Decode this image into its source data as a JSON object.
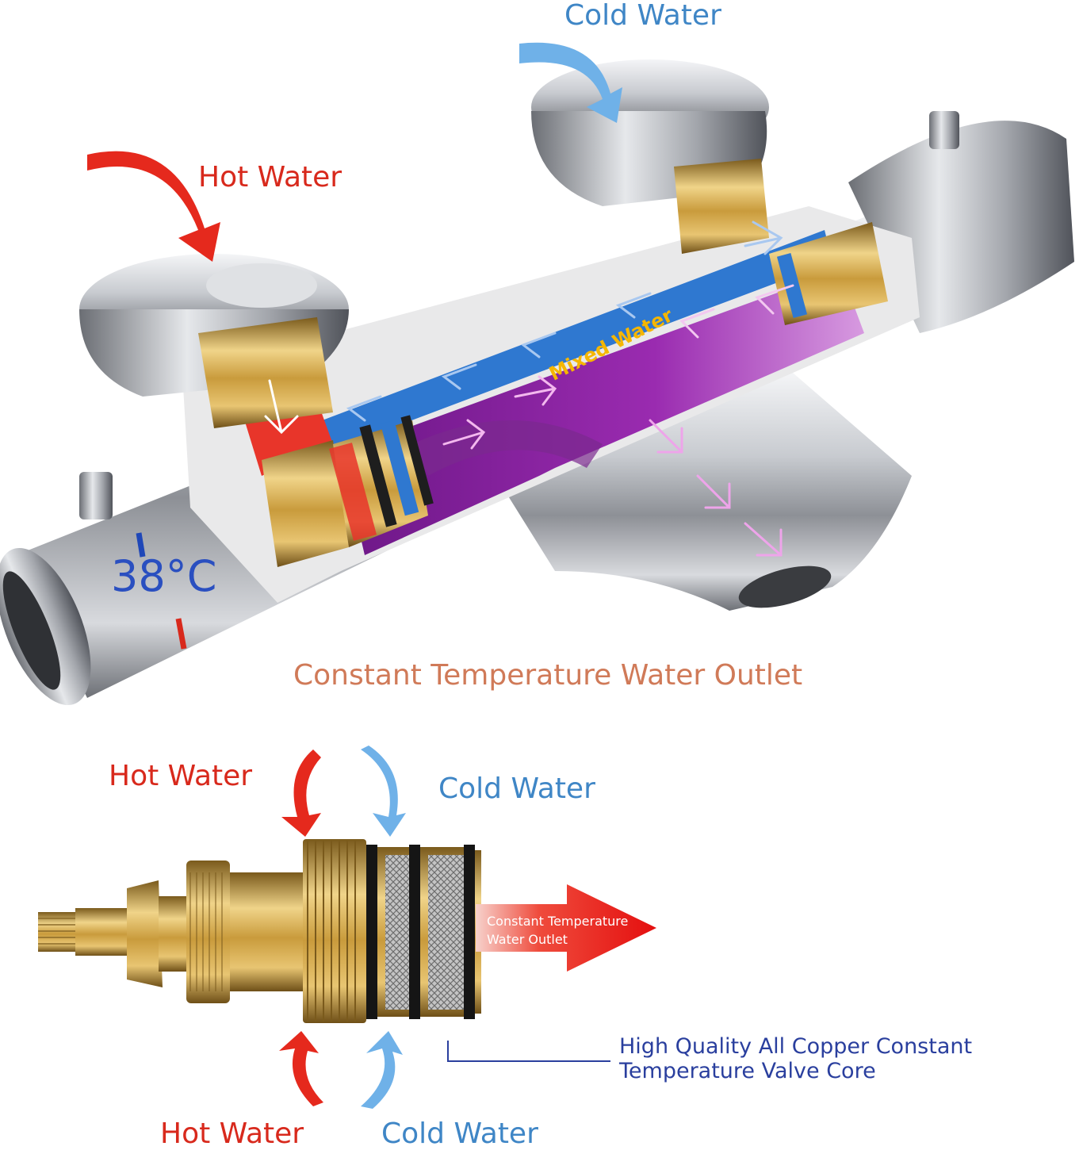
{
  "labels": {
    "cold_water_top": "Cold Water",
    "hot_water_top": "Hot Water",
    "mixed_water": "Mixed Water",
    "temperature": "38°C",
    "outlet_caption": "Constant Temperature Water Outlet",
    "hot_water_mid": "Hot Water",
    "cold_water_mid": "Cold Water",
    "core_outlet_line1": "Constant Temperature",
    "core_outlet_line2": "Water Outlet",
    "quality_line1": "High Quality All Copper Constant",
    "quality_line2": "Temperature Valve Core",
    "hot_water_bottom": "Hot Water",
    "cold_water_bottom": "Cold Water"
  },
  "colors": {
    "hot": "#d8291c",
    "cold": "#3f86c6",
    "mixed": "#8a1fa0",
    "brass": "#c9a24a",
    "chrome": "#b9bcc1",
    "outlet_caption": "#d07a58",
    "quality_text": "#2a3f9e"
  },
  "icons": [
    "hot-arrow-icon",
    "cold-arrow-icon",
    "outlet-arrow-icon"
  ]
}
